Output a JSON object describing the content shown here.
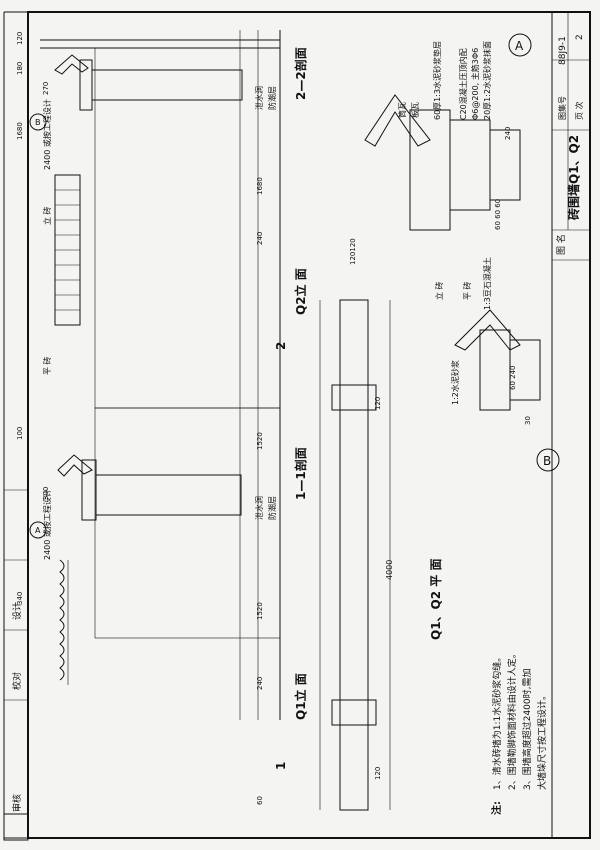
{
  "title_block": {
    "drawing_name_label": "图 名",
    "drawing_name": "砖围墙Q1、Q2",
    "atlas_no_label": "图集号",
    "atlas_no": "88J9-1",
    "page_label": "页 次",
    "page_no": "2",
    "sign_labels": [
      "审核",
      "校对",
      "设计"
    ]
  },
  "views": {
    "q1_elevation": "Q1立 面",
    "q2_elevation": "Q2立 面",
    "plan": "Q1、Q2  平 面",
    "section_1_1": "1—1剖面",
    "section_2_2": "2—2剖面"
  },
  "notes": {
    "heading": "注:",
    "items": [
      "1、清水砖墙为1:1水泥砂浆勾缝。",
      "2、围墙勒脚饰面材料由设计人定。",
      "3、围墙高度超过2400时,需加",
      "大墙垛尺寸按工程设计。"
    ]
  },
  "labels": {
    "weephole": "泄水洞",
    "dampproof": "防潮层",
    "flat_brick": "平 砖",
    "upright_brick": "立 砖",
    "tile": "筒瓦",
    "tile_plate": "板瓦",
    "mortar_60": "60厚1:3水泥砂浆垫层",
    "c20": "C20混凝土压顶内配",
    "rebar": "Φ6@200, 主筋3Φ6",
    "mortar_20": "20厚1:2水泥砂浆抹面",
    "mortar_12": "1:2水泥砂浆",
    "cement_stone": "1:3豆石混凝土",
    "height_note": "2400 或按工程设计"
  },
  "detail_marks": {
    "a": "A",
    "b": "B"
  },
  "section_marks": {
    "one": "1",
    "two": "2"
  },
  "dims": {
    "d120": "120",
    "d180": "180",
    "d60": "60",
    "d1680": "1680",
    "d1520": "1520",
    "d240": "240",
    "d300": "300",
    "d270": "270",
    "d100": "100",
    "d340": "340",
    "d4000": "4000",
    "d30": "30",
    "d120120": "120120",
    "d606060": "60 60 60",
    "d60240": "60 240"
  }
}
